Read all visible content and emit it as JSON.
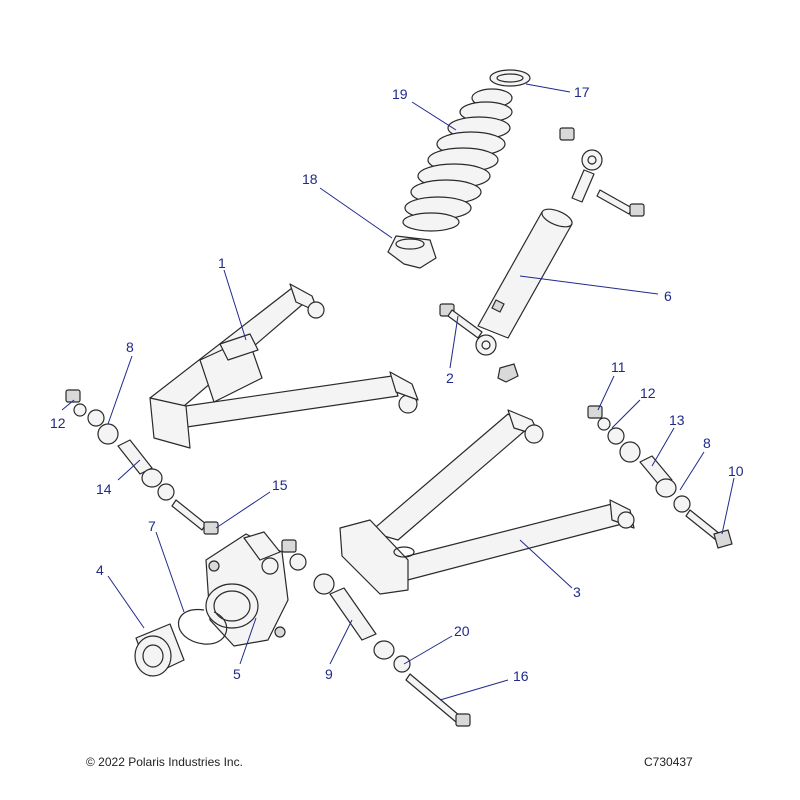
{
  "copyright": "© 2022 Polaris Industries Inc.",
  "document_id": "C730437",
  "callouts": {
    "c1": "1",
    "c2": "2",
    "c3": "3",
    "c4": "4",
    "c5": "5",
    "c6": "6",
    "c7": "7",
    "c8a": "8",
    "c8b": "8",
    "c9": "9",
    "c10": "10",
    "c11": "11",
    "c12a": "12",
    "c12b": "12",
    "c13": "13",
    "c14": "14",
    "c15": "15",
    "c16": "16",
    "c17": "17",
    "c18": "18",
    "c19": "19",
    "c20": "20"
  },
  "colors": {
    "callout": "#1f2a8a",
    "line": "#2a2a2a"
  }
}
